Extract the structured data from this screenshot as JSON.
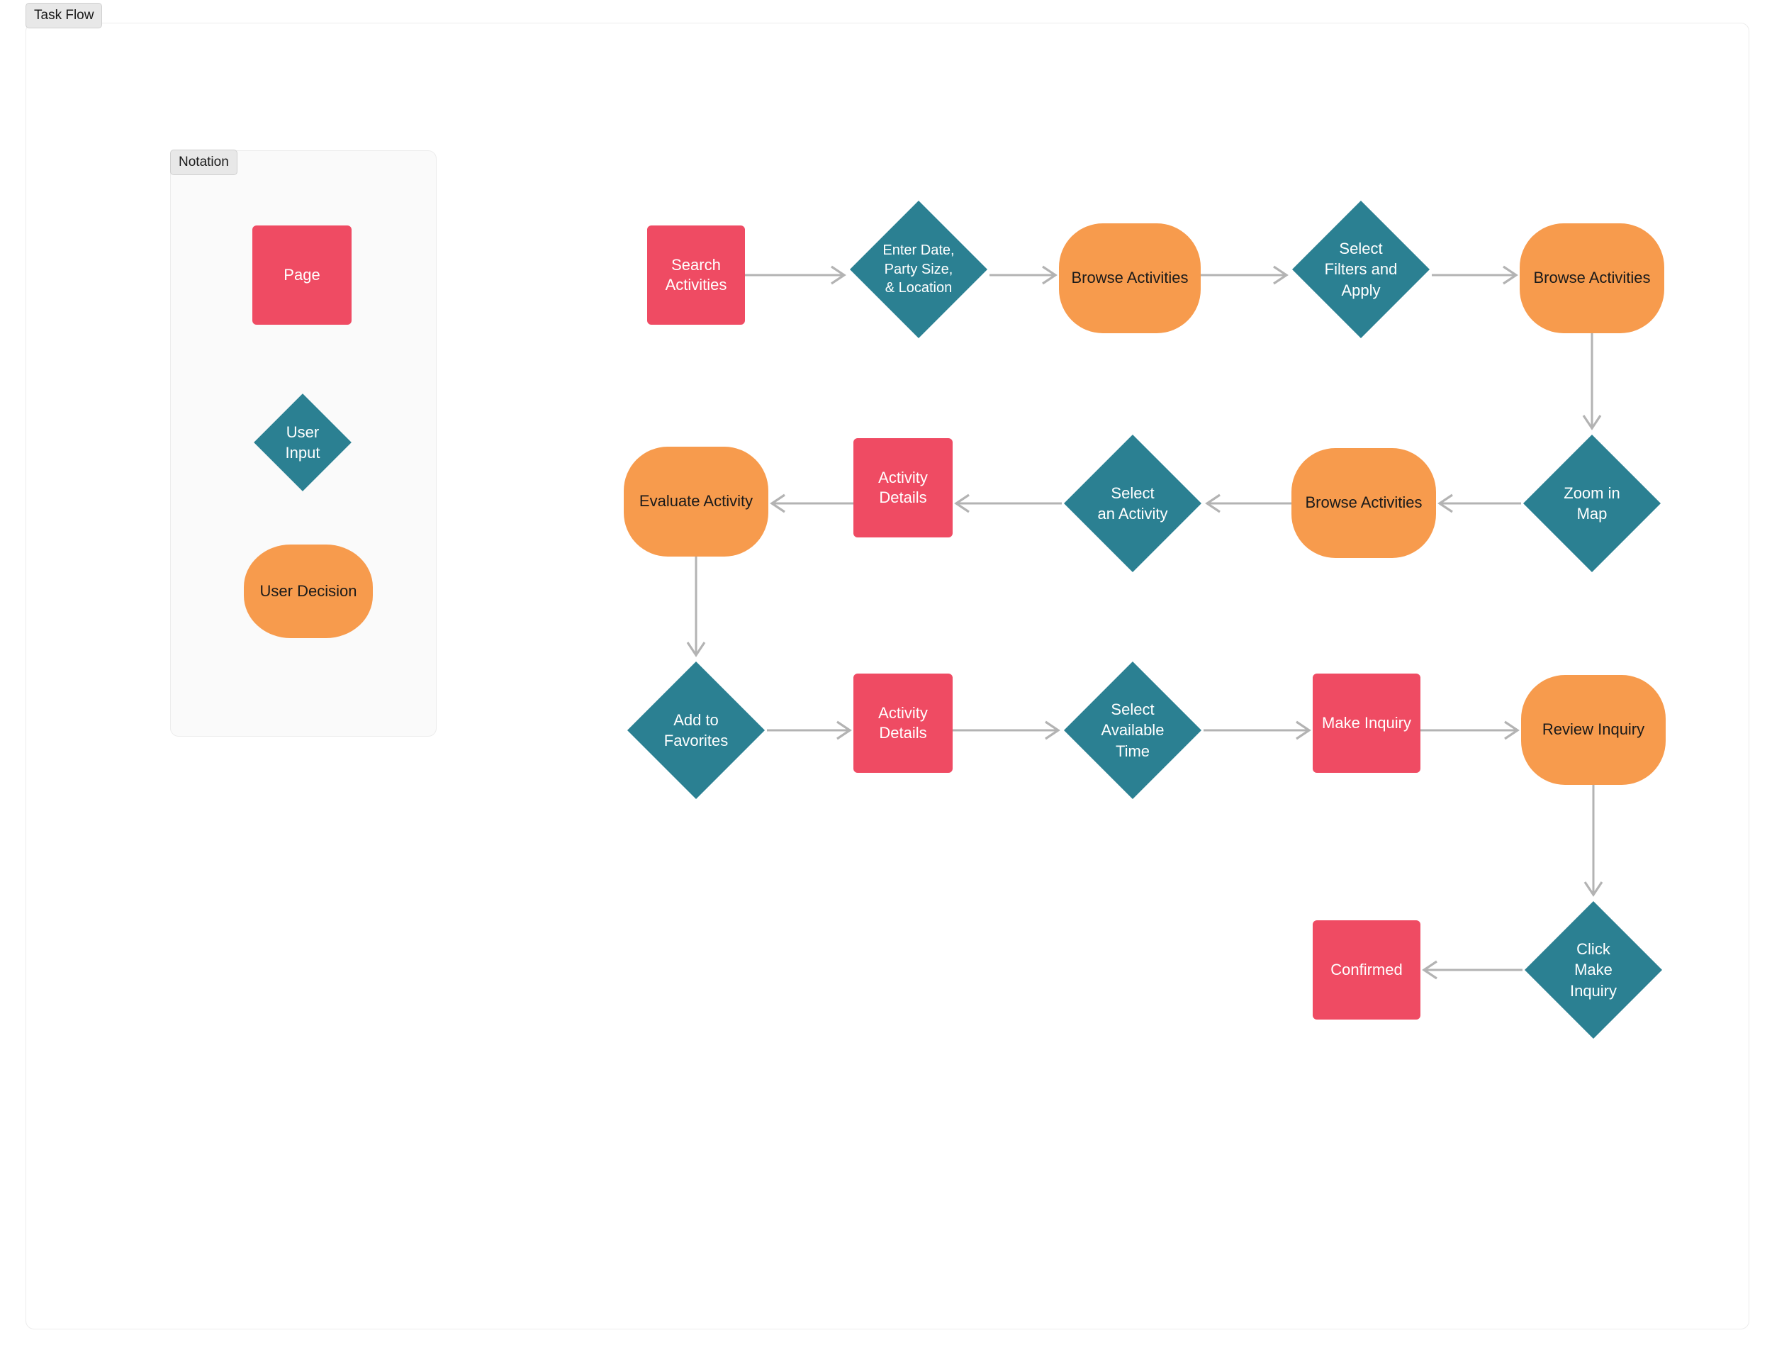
{
  "frames": {
    "task_flow_label": "Task Flow",
    "notation_label": "Notation"
  },
  "colors": {
    "page": "#ef4b63",
    "user_input": "#2b8092",
    "user_decision": "#f79b4d",
    "connector": "#b3b3b3",
    "frame_label_bg": "#e8e8e8",
    "notation_bg": "#fafafa",
    "canvas_bg": "#ffffff"
  },
  "legend": {
    "items": [
      {
        "label": "Page",
        "shape": "rounded-rect",
        "color": "#ef4b63",
        "text_color": "#ffffff"
      },
      {
        "label": "User\nInput",
        "shape": "diamond",
        "color": "#2b8092",
        "text_color": "#ffffff"
      },
      {
        "label": "User Decision",
        "shape": "pill-rect",
        "color": "#f79b4d",
        "text_color": "#1a1a1a"
      }
    ]
  },
  "flow": {
    "rows": [
      {
        "direction": "left-to-right",
        "nodes": [
          {
            "id": "search-activities",
            "label": "Search\nActivities",
            "type": "page"
          },
          {
            "id": "enter-date-party-size-location",
            "label": "Enter Date,\nParty Size,\n& Location",
            "type": "user-input"
          },
          {
            "id": "browse-activities-1",
            "label": "Browse Activities",
            "type": "user-decision"
          },
          {
            "id": "select-filters-and-apply",
            "label": "Select\nFilters and\nApply",
            "type": "user-input"
          },
          {
            "id": "browse-activities-2",
            "label": "Browse Activities",
            "type": "user-decision"
          }
        ]
      },
      {
        "direction": "right-to-left",
        "nodes": [
          {
            "id": "zoom-in-map",
            "label": "Zoom in\nMap",
            "type": "user-input"
          },
          {
            "id": "browse-activities-3",
            "label": "Browse Activities",
            "type": "user-decision"
          },
          {
            "id": "select-an-activity",
            "label": "Select\nan Activity",
            "type": "user-input"
          },
          {
            "id": "activity-details-1",
            "label": "Activity\nDetails",
            "type": "page"
          },
          {
            "id": "evaluate-activity",
            "label": "Evaluate Activity",
            "type": "user-decision"
          }
        ]
      },
      {
        "direction": "left-to-right",
        "nodes": [
          {
            "id": "add-to-favorites",
            "label": "Add to\nFavorites",
            "type": "user-input"
          },
          {
            "id": "activity-details-2",
            "label": "Activity\nDetails",
            "type": "page"
          },
          {
            "id": "select-available-time",
            "label": "Select\nAvailable\nTime",
            "type": "user-input"
          },
          {
            "id": "make-inquiry",
            "label": "Make Inquiry",
            "type": "page"
          },
          {
            "id": "review-inquiry",
            "label": "Review Inquiry",
            "type": "user-decision"
          }
        ]
      },
      {
        "direction": "right-to-left",
        "nodes": [
          {
            "id": "click-make-inquiry",
            "label": "Click\nMake\nInquiry",
            "type": "user-input"
          },
          {
            "id": "confirmed",
            "label": "Confirmed",
            "type": "page"
          }
        ]
      }
    ],
    "edges": [
      {
        "from": "search-activities",
        "to": "enter-date-party-size-location",
        "orientation": "horizontal-right"
      },
      {
        "from": "enter-date-party-size-location",
        "to": "browse-activities-1",
        "orientation": "horizontal-right"
      },
      {
        "from": "browse-activities-1",
        "to": "select-filters-and-apply",
        "orientation": "horizontal-right"
      },
      {
        "from": "select-filters-and-apply",
        "to": "browse-activities-2",
        "orientation": "horizontal-right"
      },
      {
        "from": "browse-activities-2",
        "to": "zoom-in-map",
        "orientation": "vertical-down"
      },
      {
        "from": "zoom-in-map",
        "to": "browse-activities-3",
        "orientation": "horizontal-left"
      },
      {
        "from": "browse-activities-3",
        "to": "select-an-activity",
        "orientation": "horizontal-left"
      },
      {
        "from": "select-an-activity",
        "to": "activity-details-1",
        "orientation": "horizontal-left"
      },
      {
        "from": "activity-details-1",
        "to": "evaluate-activity",
        "orientation": "horizontal-left"
      },
      {
        "from": "evaluate-activity",
        "to": "add-to-favorites",
        "orientation": "vertical-down"
      },
      {
        "from": "add-to-favorites",
        "to": "activity-details-2",
        "orientation": "horizontal-right"
      },
      {
        "from": "activity-details-2",
        "to": "select-available-time",
        "orientation": "horizontal-right"
      },
      {
        "from": "select-available-time",
        "to": "make-inquiry",
        "orientation": "horizontal-right"
      },
      {
        "from": "make-inquiry",
        "to": "review-inquiry",
        "orientation": "horizontal-right"
      },
      {
        "from": "review-inquiry",
        "to": "click-make-inquiry",
        "orientation": "vertical-down"
      },
      {
        "from": "click-make-inquiry",
        "to": "confirmed",
        "orientation": "horizontal-left"
      }
    ]
  }
}
